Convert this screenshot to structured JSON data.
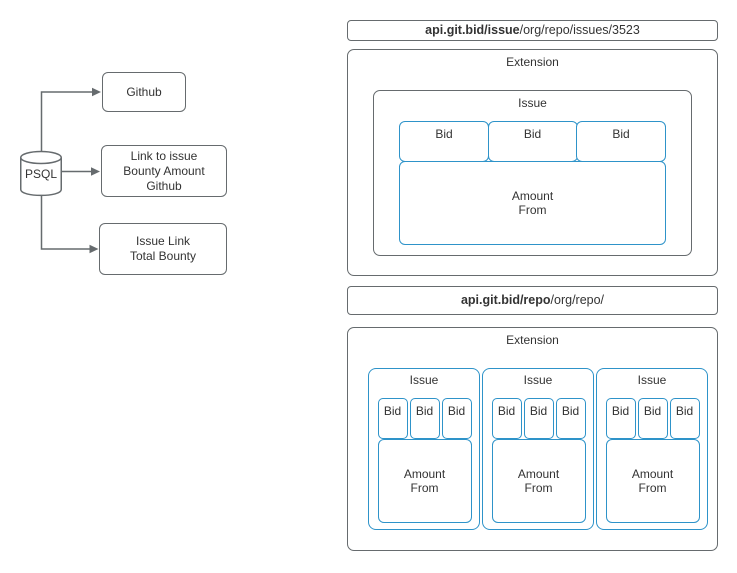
{
  "colors": {
    "gray_border": "#666b6e",
    "blue_border": "#2e93c9",
    "text_color": "#333333",
    "background": "#ffffff"
  },
  "database": {
    "label": "PSQL"
  },
  "nodes": {
    "github": {
      "label": "Github"
    },
    "link_to_issue": {
      "line1": "Link to issue",
      "line2": "Bounty Amount",
      "line3": "Github"
    },
    "issue_link": {
      "line1": "Issue Link",
      "line2": "Total Bounty"
    }
  },
  "issue_endpoint": {
    "url_bold": "api.git.bid/issue",
    "url_rest": "/org/repo/issues/3523",
    "extension_label": "Extension",
    "issue": {
      "label": "Issue",
      "bids": [
        "Bid",
        "Bid",
        "Bid"
      ],
      "amount": {
        "line1": "Amount",
        "line2": "From"
      }
    }
  },
  "repo_endpoint": {
    "url_bold": "api.git.bid/repo",
    "url_rest": "/org/repo/",
    "extension_label": "Extension",
    "issues": [
      {
        "label": "Issue",
        "bids": [
          "Bid",
          "Bid",
          "Bid"
        ],
        "amount": {
          "line1": "Amount",
          "line2": "From"
        }
      },
      {
        "label": "Issue",
        "bids": [
          "Bid",
          "Bid",
          "Bid"
        ],
        "amount": {
          "line1": "Amount",
          "line2": "From"
        }
      },
      {
        "label": "Issue",
        "bids": [
          "Bid",
          "Bid",
          "Bid"
        ],
        "amount": {
          "line1": "Amount",
          "line2": "From"
        }
      }
    ]
  }
}
